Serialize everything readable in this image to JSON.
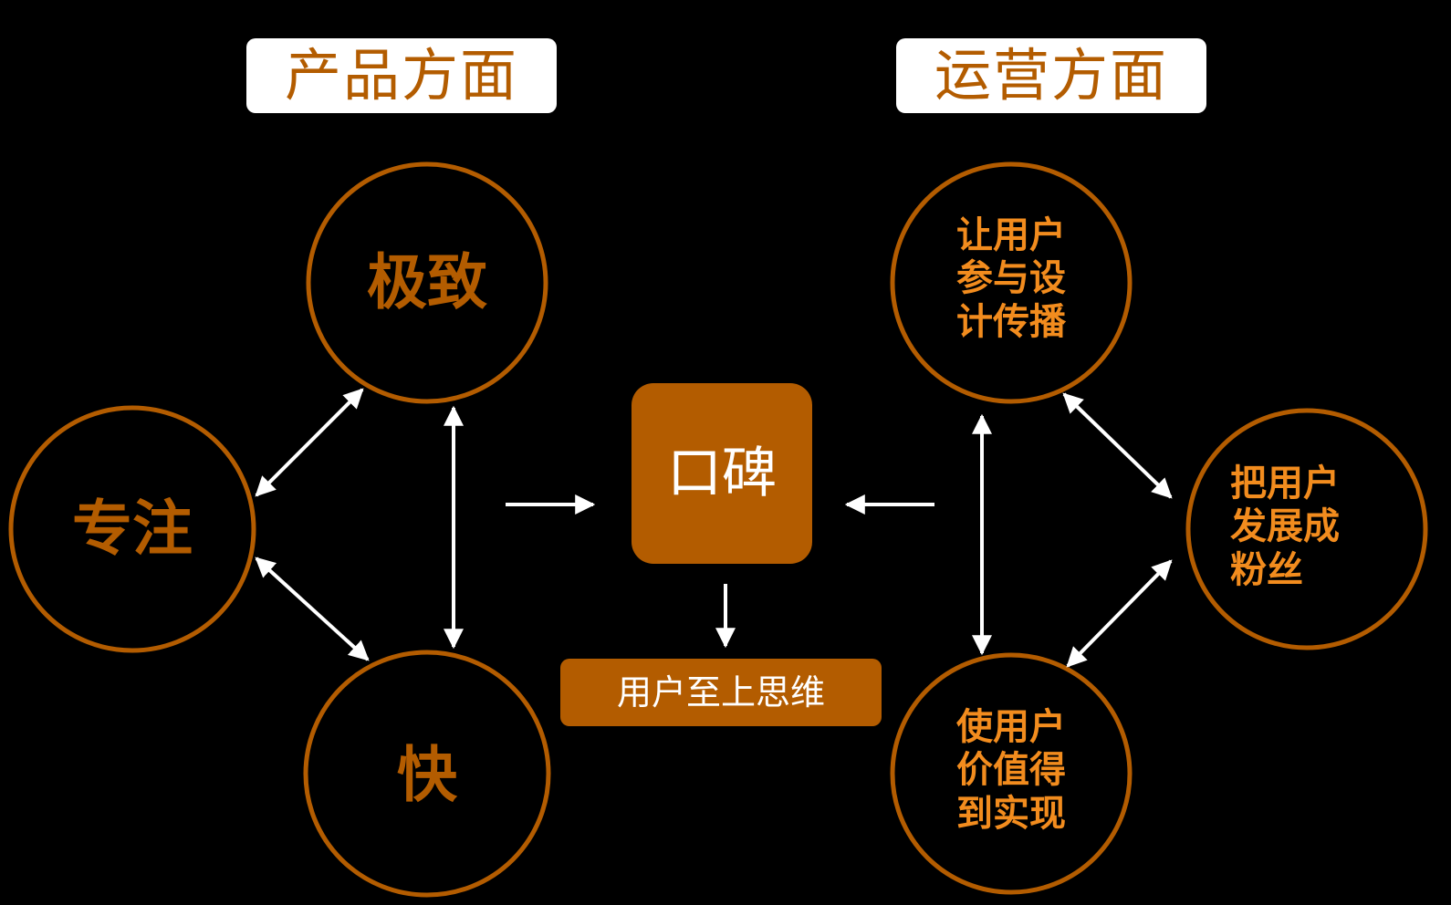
{
  "headers": {
    "product": "产品方面",
    "operation": "运营方面"
  },
  "nodes": {
    "jizhi": "极致",
    "zhuanzhu": "专注",
    "kuai": "快",
    "koubei": "口碑",
    "yonghu_zhishang": "用户至上思维",
    "canyu": "让用户\n参与设\n计传播",
    "fensi": "把用户\n发展成\n粉丝",
    "jiazhi": "使用户\n价值得\n到实现"
  },
  "colors": {
    "background": "#000000",
    "circle_stroke": "#b35c00",
    "accent_dark": "#b35c00",
    "accent_light": "#f28c1e",
    "header_bg": "#ffffff",
    "arrow": "#ffffff"
  }
}
